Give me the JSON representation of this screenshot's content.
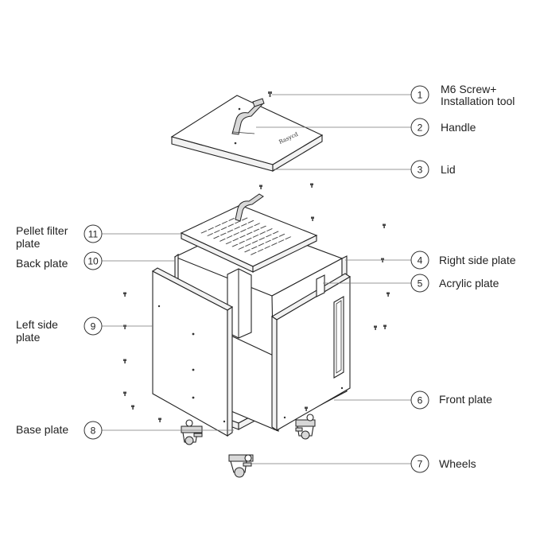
{
  "brand_mark": "Rasycd",
  "callouts": [
    {
      "id": "1",
      "label": "M6 Screw+",
      "label2": "Installation tool"
    },
    {
      "id": "2",
      "label": "Handle",
      "label2": ""
    },
    {
      "id": "3",
      "label": "Lid",
      "label2": ""
    },
    {
      "id": "4",
      "label": "Right side plate",
      "label2": ""
    },
    {
      "id": "5",
      "label": "Acrylic plate",
      "label2": ""
    },
    {
      "id": "6",
      "label": "Front plate",
      "label2": ""
    },
    {
      "id": "7",
      "label": "Wheels",
      "label2": ""
    },
    {
      "id": "8",
      "label": "Base plate",
      "label2": ""
    },
    {
      "id": "9",
      "label": "Left side",
      "label2": "plate"
    },
    {
      "id": "10",
      "label": "Back plate",
      "label2": ""
    },
    {
      "id": "11",
      "label": "Pellet filter",
      "label2": "plate"
    }
  ]
}
